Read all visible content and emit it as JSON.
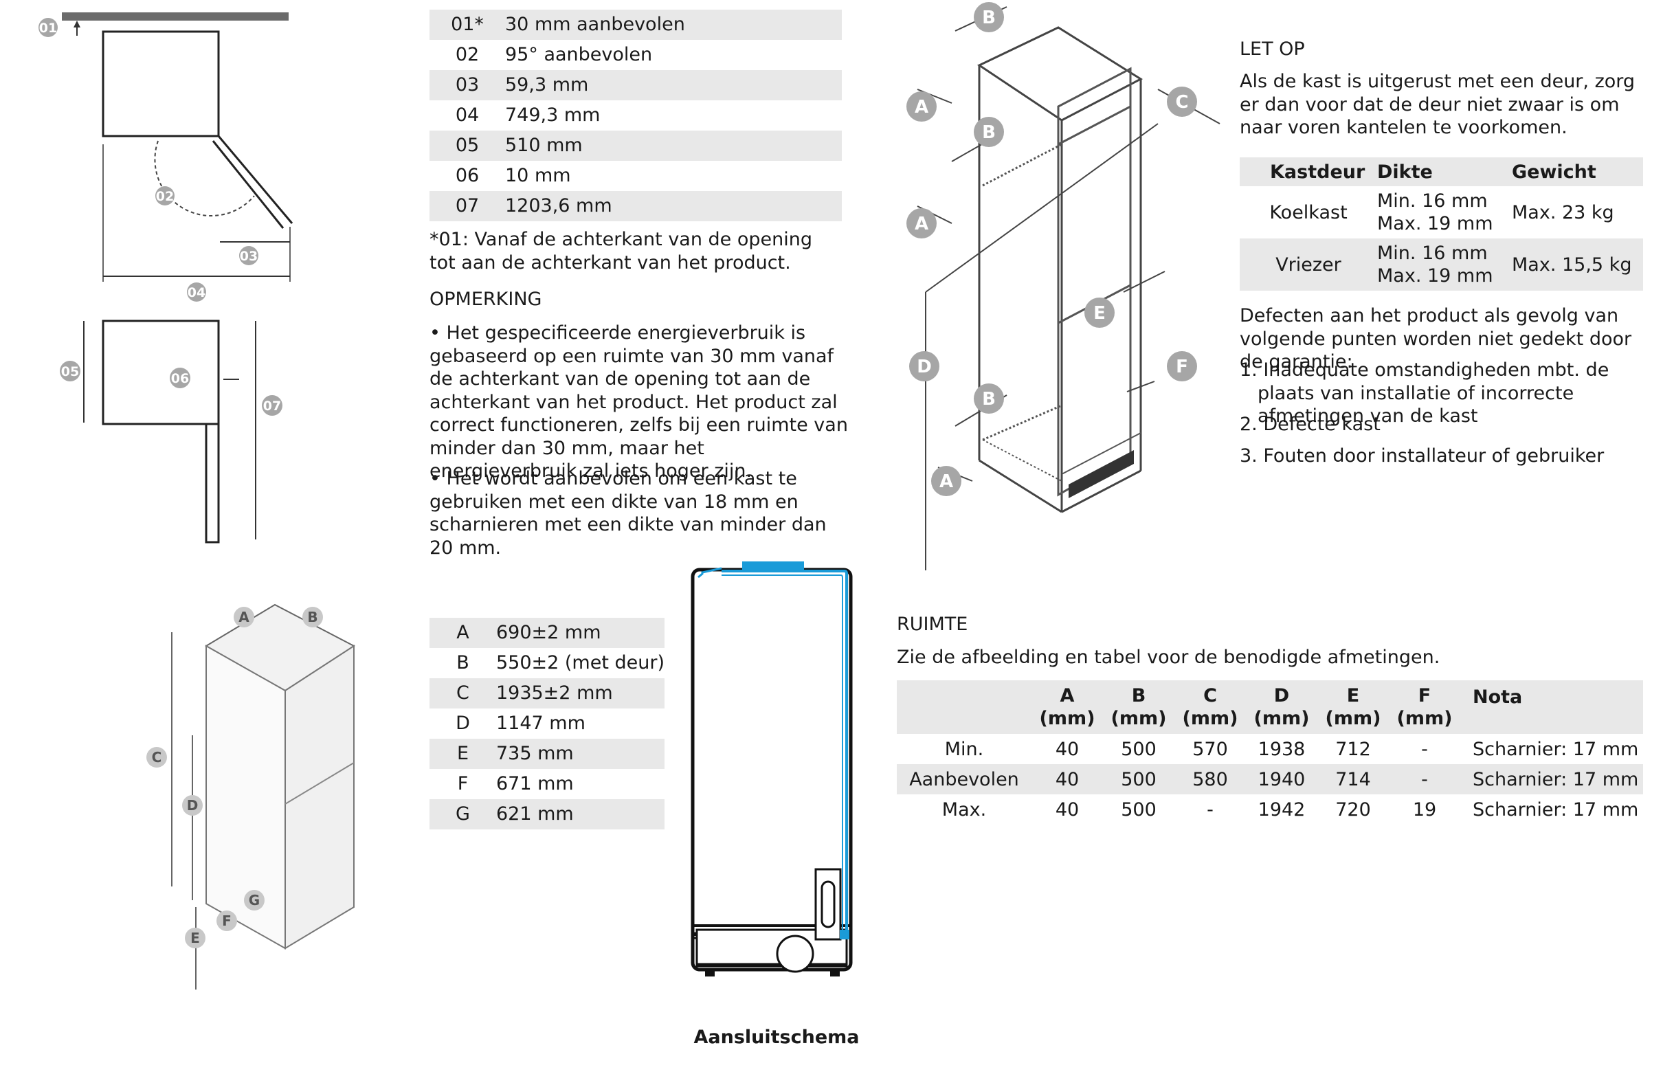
{
  "top_table": {
    "rows": [
      {
        "key": "01*",
        "value": "30 mm aanbevolen"
      },
      {
        "key": "02",
        "value": "95° aanbevolen"
      },
      {
        "key": "03",
        "value": "59,3 mm"
      },
      {
        "key": "04",
        "value": "749,3 mm"
      },
      {
        "key": "05",
        "value": "510 mm"
      },
      {
        "key": "06",
        "value": "10 mm"
      },
      {
        "key": "07",
        "value": "1203,6 mm"
      }
    ]
  },
  "footnote": "*01: Vanaf de achterkant van de opening tot aan de achterkant van het product.",
  "opmerking": {
    "heading": "OPMERKING",
    "bullets": [
      "Het gespecificeerde energieverbruik is gebaseerd op een ruimte van 30 mm vanaf de achterkant van de opening tot aan de achterkant van het product. Het product zal correct functioneren, zelfs bij een ruimte van minder dan 30 mm, maar het energieverbruik zal iets hoger zijn.",
      "Het wordt aanbevolen om een kast te gebruiken met een dikte van 18 mm en scharnieren met een dikte van minder dan 20 mm."
    ]
  },
  "dims_table": {
    "rows": [
      {
        "key": "A",
        "value": "690±2 mm"
      },
      {
        "key": "B",
        "value": "550±2 (met deur)"
      },
      {
        "key": "C",
        "value": "1935±2 mm"
      },
      {
        "key": "D",
        "value": "1147 mm"
      },
      {
        "key": "E",
        "value": "735 mm"
      },
      {
        "key": "F",
        "value": "671 mm"
      },
      {
        "key": "G",
        "value": "621 mm"
      }
    ]
  },
  "diagram_labels": {
    "top_view": [
      "01",
      "02",
      "03",
      "04"
    ],
    "side_view": [
      "05",
      "06",
      "07"
    ],
    "iso_small": [
      "A",
      "B",
      "C",
      "D",
      "E",
      "F",
      "G"
    ],
    "iso_large": [
      "B",
      "A",
      "C",
      "B",
      "A",
      "E",
      "D",
      "F",
      "B",
      "A"
    ]
  },
  "aansluitschema_caption": "Aansluitschema",
  "let_op": {
    "heading": "LET OP",
    "text": "Als de kast is uitgerust met een deur, zorg er dan voor dat de deur niet zwaar is om naar voren kantelen te voorkomen.",
    "table": {
      "headers": [
        "Kastdeur",
        "Dikte",
        "Gewicht"
      ],
      "rows": [
        {
          "kastdeur": "Koelkast",
          "dikte_1": "Min. 16 mm",
          "dikte_2": "Max. 19 mm",
          "gewicht": "Max. 23 kg"
        },
        {
          "kastdeur": "Vriezer",
          "dikte_1": "Min. 16 mm",
          "dikte_2": "Max. 19 mm",
          "gewicht": "Max. 15,5 kg"
        }
      ]
    },
    "defects_intro": "Defecten aan het product als gevolg van volgende punten worden niet gedekt door de garantie:",
    "defects": [
      "1. Inadequate omstandigheden mbt. de plaats van installatie of incorrecte afmetingen van de kast",
      "2. Defecte kast",
      "3. Fouten door installateur of gebruiker"
    ]
  },
  "ruimte": {
    "heading": "RUIMTE",
    "intro": "Zie de afbeelding en tabel voor de benodigde afmetingen.",
    "columns": [
      {
        "letter": "A",
        "unit": "(mm)"
      },
      {
        "letter": "B",
        "unit": "(mm)"
      },
      {
        "letter": "C",
        "unit": "(mm)"
      },
      {
        "letter": "D",
        "unit": "(mm)"
      },
      {
        "letter": "E",
        "unit": "(mm)"
      },
      {
        "letter": "F",
        "unit": "(mm)"
      }
    ],
    "nota_header": "Nota",
    "rows": [
      {
        "label": "Min.",
        "values": [
          "40",
          "500",
          "570",
          "1938",
          "712",
          "-"
        ],
        "nota": "Scharnier: 17 mm"
      },
      {
        "label": "Aanbevolen",
        "values": [
          "40",
          "500",
          "580",
          "1940",
          "714",
          "-"
        ],
        "nota": "Scharnier: 17 mm"
      },
      {
        "label": "Max.",
        "values": [
          "40",
          "500",
          "-",
          "1942",
          "720",
          "19"
        ],
        "nota": "Scharnier: 17 mm"
      }
    ]
  },
  "colors": {
    "table_stripe": "#e8e8e8",
    "label_circle": "#a6a6a6",
    "water_line": "#1a9bd8"
  }
}
